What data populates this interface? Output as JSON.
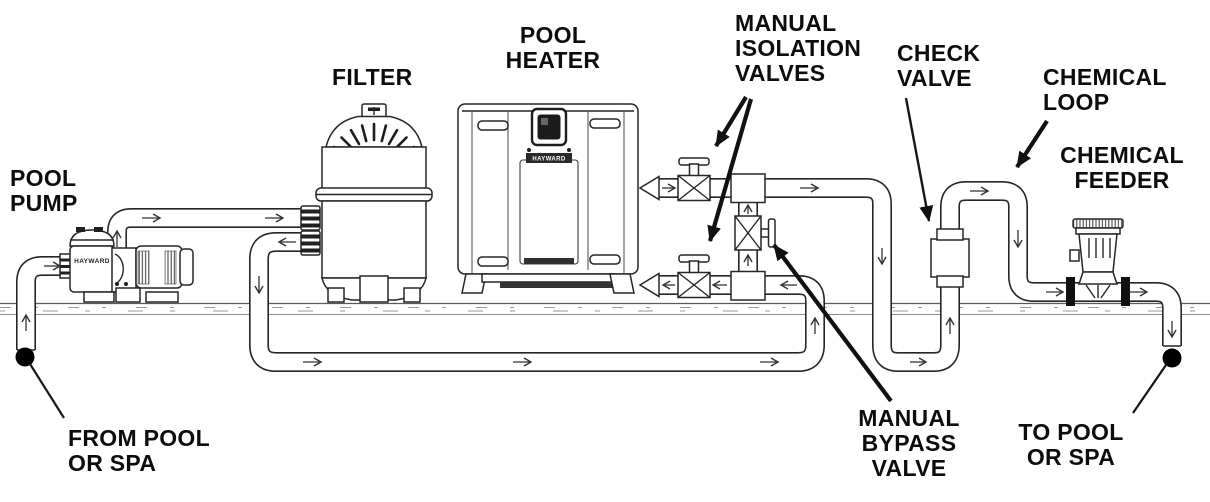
{
  "colors": {
    "dot": "#000000",
    "flange": "#101010",
    "ink": "#1c1c1c",
    "background": "#ffffff"
  },
  "labels": {
    "pool_pump": {
      "lines": [
        "POOL",
        "PUMP"
      ]
    },
    "filter": {
      "lines": [
        "FILTER"
      ]
    },
    "pool_heater": {
      "lines": [
        "POOL",
        "HEATER"
      ]
    },
    "manual_isolation_valves": {
      "lines": [
        "MANUAL",
        "ISOLATION",
        "VALVES"
      ]
    },
    "check_valve": {
      "lines": [
        "CHECK",
        "VALVE"
      ]
    },
    "chemical_loop": {
      "lines": [
        "CHEMICAL",
        "LOOP"
      ]
    },
    "chemical_feeder": {
      "lines": [
        "CHEMICAL",
        "FEEDER"
      ]
    },
    "manual_bypass_valve": {
      "lines": [
        "MANUAL",
        "BYPASS",
        "VALVE"
      ]
    },
    "from_pool_or_spa": {
      "lines": [
        "FROM POOL",
        "OR SPA"
      ]
    },
    "to_pool_or_spa": {
      "lines": [
        "TO POOL",
        "OR SPA"
      ]
    }
  },
  "equipment": {
    "pump_brand": "HAYWARD",
    "heater_brand": "HAYWARD"
  }
}
